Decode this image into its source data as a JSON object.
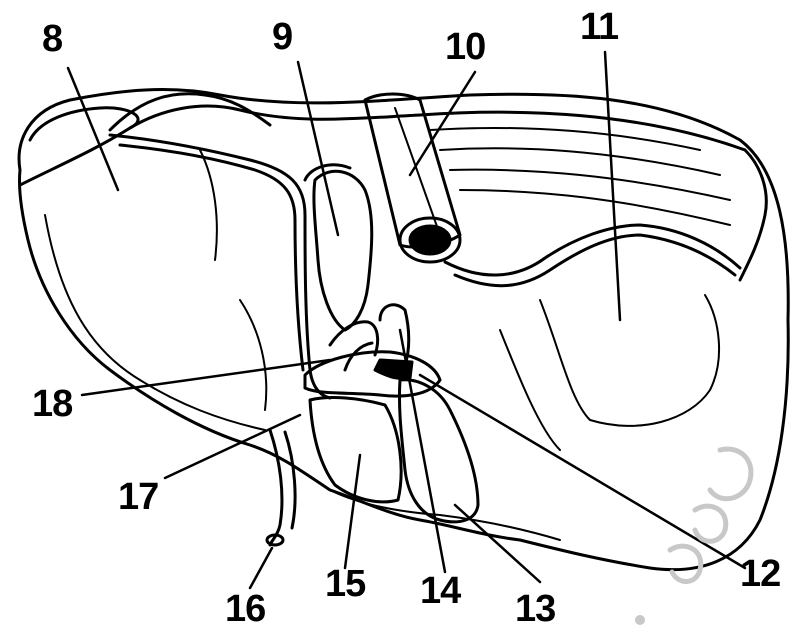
{
  "labels": {
    "l8": "8",
    "l9": "9",
    "l10": "10",
    "l11": "11",
    "l12": "12",
    "l13": "13",
    "l14": "14",
    "l15": "15",
    "l16": "16",
    "l17": "17",
    "l18": "18"
  },
  "colors": {
    "ink": "#000000",
    "paper": "#ffffff",
    "watermark": "#c8c8c8"
  }
}
